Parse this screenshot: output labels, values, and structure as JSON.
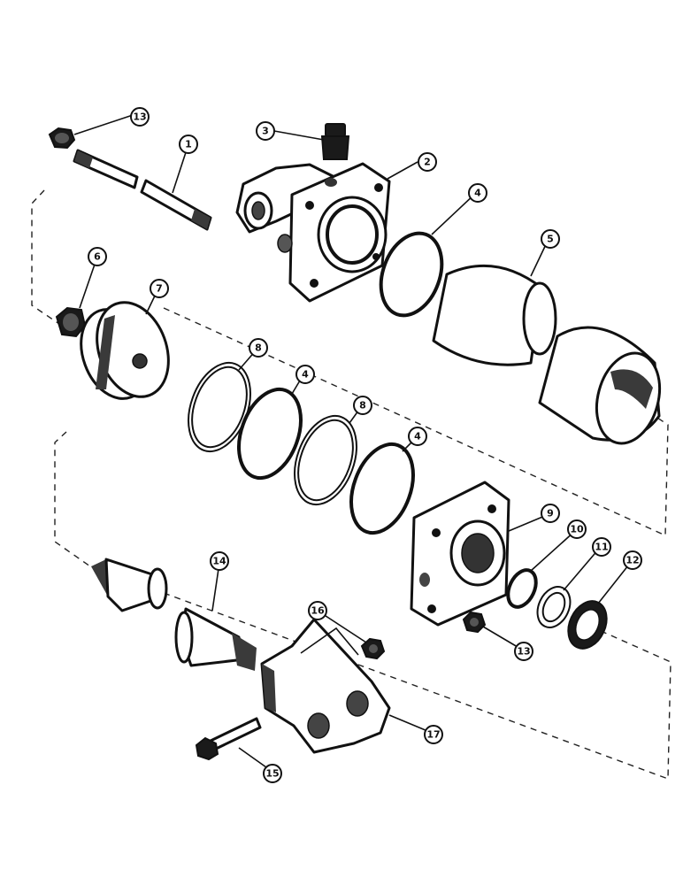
{
  "callouts": [
    {
      "id": "c1",
      "label": "1"
    },
    {
      "id": "c2",
      "label": "2"
    },
    {
      "id": "c3",
      "label": "3"
    },
    {
      "id": "c4a",
      "label": "4"
    },
    {
      "id": "c4b",
      "label": "4"
    },
    {
      "id": "c4c",
      "label": "4"
    },
    {
      "id": "c5",
      "label": "5"
    },
    {
      "id": "c6",
      "label": "6"
    },
    {
      "id": "c7",
      "label": "7"
    },
    {
      "id": "c8a",
      "label": "8"
    },
    {
      "id": "c8b",
      "label": "8"
    },
    {
      "id": "c9",
      "label": "9"
    },
    {
      "id": "c10",
      "label": "10"
    },
    {
      "id": "c11",
      "label": "11"
    },
    {
      "id": "c12",
      "label": "12"
    },
    {
      "id": "c13a",
      "label": "13"
    },
    {
      "id": "c13b",
      "label": "13"
    },
    {
      "id": "c14",
      "label": "14"
    },
    {
      "id": "c15",
      "label": "15"
    },
    {
      "id": "c16",
      "label": "16"
    },
    {
      "id": "c17",
      "label": "17"
    }
  ]
}
